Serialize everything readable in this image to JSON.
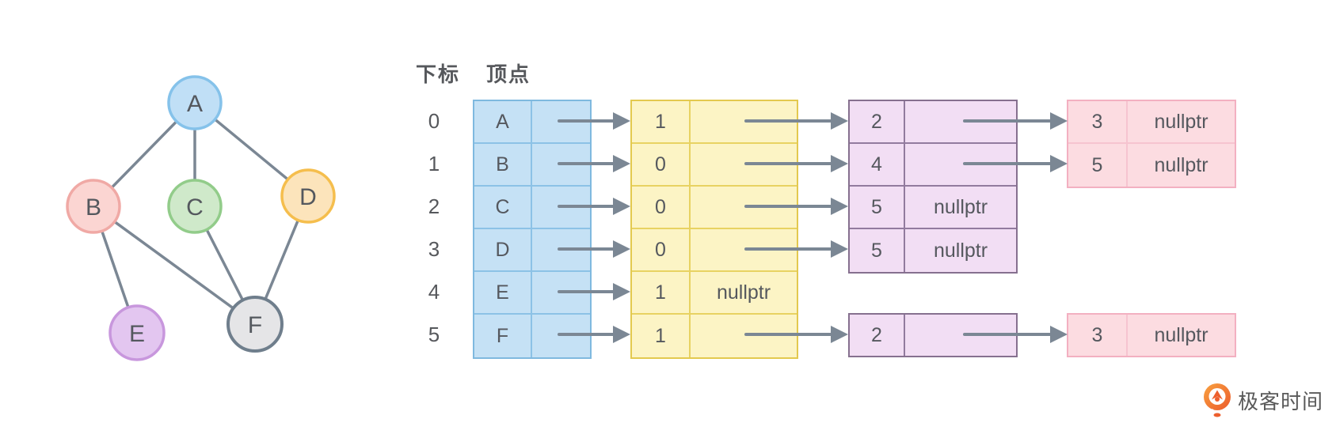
{
  "header": {
    "index_label": "下标",
    "vertex_label": "顶点"
  },
  "graph": {
    "nodes": [
      {
        "label": "A",
        "fill": "#C0DFF6",
        "stroke": "#85C2EA"
      },
      {
        "label": "B",
        "fill": "#FBD5D2",
        "stroke": "#F0A9A5"
      },
      {
        "label": "C",
        "fill": "#CFE9CA",
        "stroke": "#92CC8A"
      },
      {
        "label": "D",
        "fill": "#FCE4BB",
        "stroke": "#F5BE4D"
      },
      {
        "label": "E",
        "fill": "#E3C6F0",
        "stroke": "#C897DD"
      },
      {
        "label": "F",
        "fill": "#E5E5E7",
        "stroke": "#6F7E8C"
      }
    ],
    "edges": [
      "A-B",
      "A-C",
      "A-D",
      "B-E",
      "B-F",
      "C-F",
      "D-F"
    ]
  },
  "adjacency": {
    "rows": [
      {
        "index": "0",
        "vertex": "A",
        "nodes": [
          {
            "value": "1",
            "pointer": ""
          },
          {
            "value": "2",
            "pointer": ""
          },
          {
            "value": "3",
            "pointer": "nullptr"
          }
        ]
      },
      {
        "index": "1",
        "vertex": "B",
        "nodes": [
          {
            "value": "0",
            "pointer": ""
          },
          {
            "value": "4",
            "pointer": ""
          },
          {
            "value": "5",
            "pointer": "nullptr"
          }
        ]
      },
      {
        "index": "2",
        "vertex": "C",
        "nodes": [
          {
            "value": "0",
            "pointer": ""
          },
          {
            "value": "5",
            "pointer": "nullptr"
          }
        ]
      },
      {
        "index": "3",
        "vertex": "D",
        "nodes": [
          {
            "value": "0",
            "pointer": ""
          },
          {
            "value": "5",
            "pointer": "nullptr"
          }
        ]
      },
      {
        "index": "4",
        "vertex": "E",
        "nodes": [
          {
            "value": "1",
            "pointer": "nullptr"
          }
        ]
      },
      {
        "index": "5",
        "vertex": "F",
        "nodes": [
          {
            "value": "1",
            "pointer": ""
          },
          {
            "value": "2",
            "pointer": ""
          },
          {
            "value": "3",
            "pointer": "nullptr"
          }
        ]
      }
    ]
  },
  "palette": {
    "edge_and_arrow": "#7B8794",
    "text": "#55585E",
    "blue_fill": "#C5E1F5",
    "blue_border": "#7FB9DF",
    "yellow_fill": "#FCF4C5",
    "yellow_border": "#E3C94F",
    "purple_fill": "#F2DEF4",
    "purple_border": "#86708F",
    "pink_fill": "#FCDCE1",
    "pink_border": "#F3B0C1",
    "logo_orange": "#ED5F2D"
  },
  "logo": {
    "text": "极客时间"
  }
}
